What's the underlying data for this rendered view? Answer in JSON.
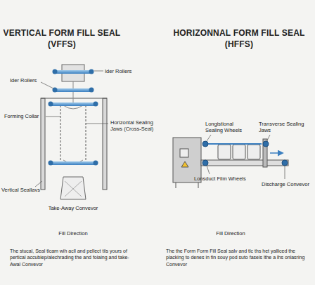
{
  "diagram": {
    "labels": [
      "VERTICAL FORM FILL SEAL",
      "(VFFS)",
      "HORIZONNAL FORM FILL SEAL",
      "(HFFS)",
      "Ider Rollers",
      "Ider Rollers",
      "Forming Collar",
      "Horizontal Sealing Jaws (Cross-Seal)",
      "Vertical Seallavs",
      "Take-Away Convevor",
      "Fill Direction",
      "The stucal, Seal tlcam wih acll and pellect tiis yours of pertical accubiep/alechrading the and foiaing and take-Awal Convevor",
      "Longistional Sealing Wheels",
      "Transverse Sealing Jaws",
      "Lonsduct Film Wheels",
      "Discharge Convevor",
      "Fill Direction",
      "The the Form Form Fill Seal salv and tlc ths het yalliced the placking to denes in fin souy pod suto faseis lthe a lhs onlasring Convevor"
    ]
  }
}
